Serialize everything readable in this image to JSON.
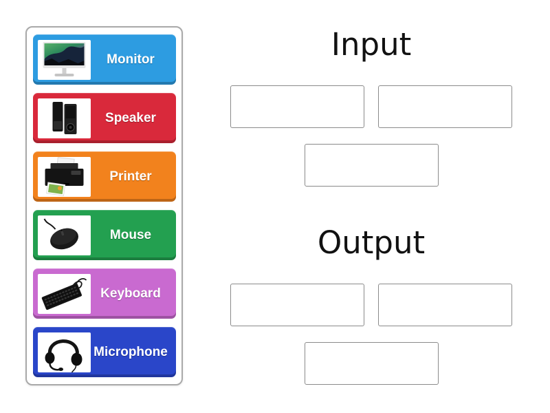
{
  "game": {
    "item_panel": {
      "items": [
        {
          "label": "Monitor",
          "color": "#2d9ce1",
          "icon": "monitor-image"
        },
        {
          "label": "Speaker",
          "color": "#d9293b",
          "icon": "speaker-image"
        },
        {
          "label": "Printer",
          "color": "#f2821d",
          "icon": "printer-image"
        },
        {
          "label": "Mouse",
          "color": "#23a050",
          "icon": "mouse-image"
        },
        {
          "label": "Keyboard",
          "color": "#c96ad0",
          "icon": "keyboard-image"
        },
        {
          "label": "Microphone",
          "color": "#2a46c9",
          "icon": "microphone-image"
        }
      ]
    },
    "groups": [
      {
        "title": "Input",
        "empty_slots": 3
      },
      {
        "title": "Output",
        "empty_slots": 3
      }
    ],
    "colors": {
      "panel_border": "#a9a9a9",
      "slot_border": "#8a8a8a",
      "title_text": "#111111",
      "label_text": "#ffffff"
    }
  }
}
